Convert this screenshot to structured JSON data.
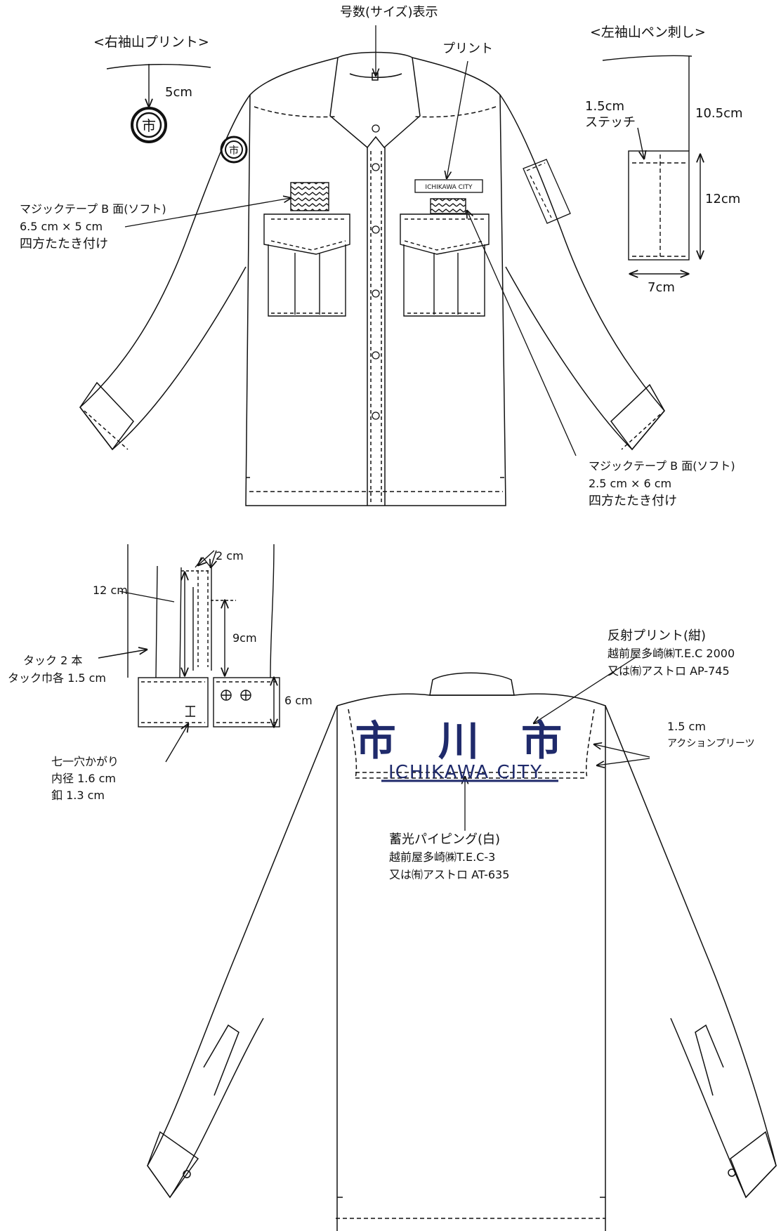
{
  "front": {
    "size_display_label": "号数(サイズ)表示",
    "print_label": "プリント",
    "right_sleeve_title": "<右袖山プリント>",
    "right_sleeve_dim": "5cm",
    "left_sleeve_title": "<左袖山ペン刺し>",
    "left_sleeve_stitch_line1": "1.5cm",
    "left_sleeve_stitch_line2": "ステッチ",
    "left_sleeve_dim_top": "10.5cm",
    "left_sleeve_dim_height": "12cm",
    "left_sleeve_dim_width": "7cm",
    "velcro_left_line1": "マジックテープ B 面(ソフト)",
    "velcro_left_line2": "6.5 cm × 5 cm",
    "velcro_left_line3": "四方たたき付け",
    "velcro_right_line1": "マジックテープ B 面(ソフト)",
    "velcro_right_line2": "2.5 cm × 6 cm",
    "velcro_right_line3": "四方たたき付け",
    "nameplate_text": "ICHIKAWA CITY"
  },
  "cuff": {
    "dim_2cm": "2 cm",
    "dim_12cm": "12 cm",
    "dim_9cm": "9cm",
    "dim_6cm": "6 cm",
    "tuck_line1": "タック 2 本",
    "tuck_line2": "タック巾各 1.5 cm",
    "buttonhole_line1": "七一穴かがり",
    "buttonhole_line2": "内径 1.6 cm",
    "buttonhole_line3": "釦 1.3 cm"
  },
  "back": {
    "print_kanji": "市 川 市",
    "print_roman": "ICHIKAWA CITY",
    "reflective_line1": "反射プリント(紺)",
    "reflective_line2": "越前屋多崎㈱T.E.C 2000",
    "reflective_line3": "又は㈲アストロ AP-745",
    "pleats_line1": "1.5 cm",
    "pleats_line2": "アクションプリーツ",
    "piping_line1": "蓄光パイピング(白)",
    "piping_line2": "越前屋多崎㈱T.E.C-3",
    "piping_line3": "又は㈲アストロ AT-635"
  },
  "colors": {
    "print_navy": "#1f2a6b",
    "line": "#111111"
  }
}
